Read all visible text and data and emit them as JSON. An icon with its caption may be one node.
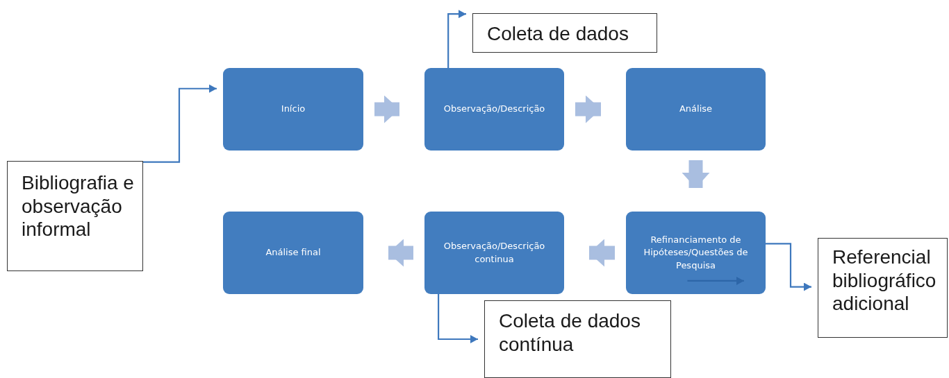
{
  "diagram": {
    "nodes": [
      {
        "text": [
          "Início"
        ]
      },
      {
        "text": [
          "Observação/Descrição"
        ]
      },
      {
        "text": [
          "Análise"
        ]
      },
      {
        "text": [
          "Refinanciamento de Hipóteses/Questões de Pesquisa"
        ]
      },
      {
        "text": [
          "Observação/Descrição continua"
        ]
      },
      {
        "text": [
          "Análise final"
        ]
      },
      {
        "text": [
          "Bibliografia e observação informal"
        ]
      },
      {
        "text": [
          "Coleta de dados"
        ]
      },
      {
        "text": [
          "Referencial bibliográfico adicional"
        ]
      },
      {
        "text": [
          "Coleta de dados contínua"
        ]
      }
    ],
    "edges": [
      {
        "from": 0,
        "to": 1,
        "arrow": "to",
        "style": "thick",
        "color": "#a9bee0"
      },
      {
        "from": 1,
        "to": 2,
        "arrow": "to",
        "style": "thick",
        "color": "#a9bee0"
      },
      {
        "from": 2,
        "to": 3,
        "arrow": "to",
        "style": "thick",
        "color": "#a9bee0"
      },
      {
        "from": 3,
        "to": 4,
        "arrow": "to",
        "style": "thick",
        "color": "#a9bee0"
      },
      {
        "from": 4,
        "to": 5,
        "arrow": "to",
        "style": "thick",
        "color": "#a9bee0"
      },
      {
        "from": 6,
        "to": 0,
        "arrow": "to",
        "color": "#3e78bd"
      },
      {
        "from": 1,
        "to": 7,
        "arrow": "to",
        "color": "#3e78bd"
      },
      {
        "from": 3,
        "to": 8,
        "arrow": "to",
        "color": "#3e78bd"
      },
      {
        "from": 4,
        "to": 9,
        "arrow": "to",
        "color": "#3e78bd"
      },
      {
        "from": null,
        "to": 3,
        "arrow": "to",
        "color": "#2d66a8"
      }
    ]
  }
}
